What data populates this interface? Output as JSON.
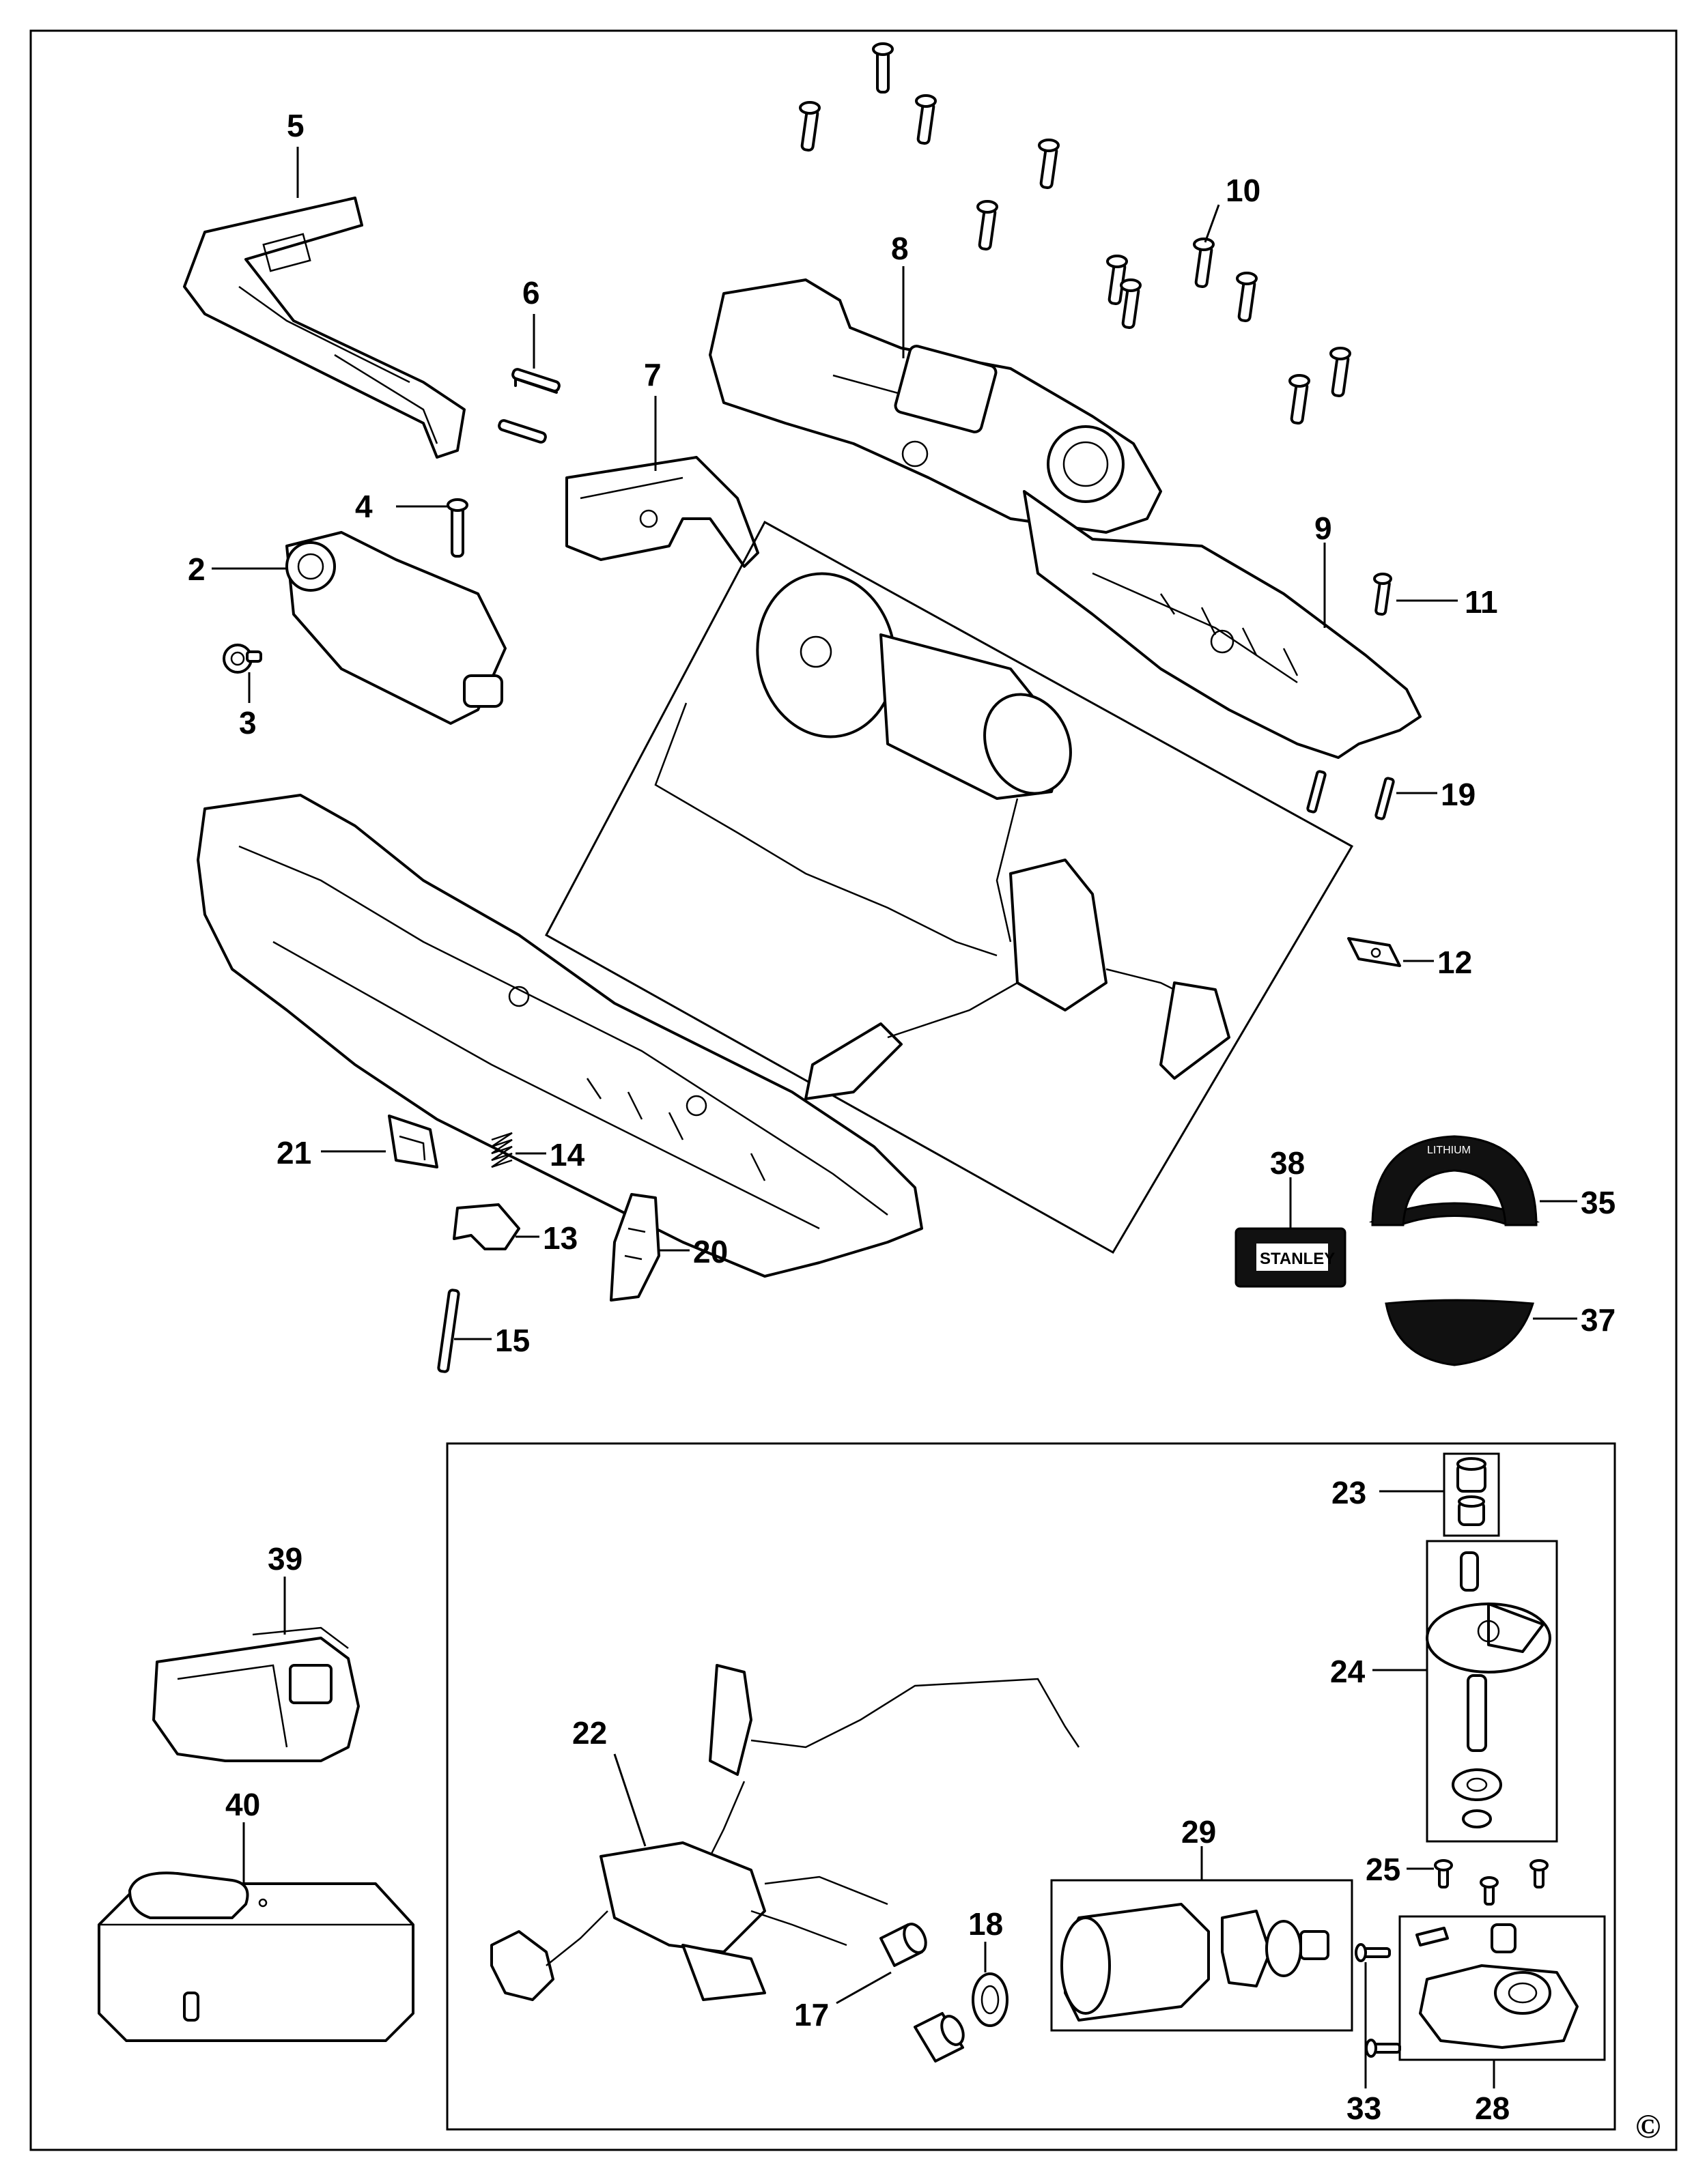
{
  "diagram": {
    "callouts": {
      "p2": "2",
      "p3": "3",
      "p4": "4",
      "p5": "5",
      "p6": "6",
      "p7": "7",
      "p8": "8",
      "p9": "9",
      "p10": "10",
      "p11": "11",
      "p12": "12",
      "p13": "13",
      "p14": "14",
      "p15": "15",
      "p17": "17",
      "p18": "18",
      "p19": "19",
      "p20": "20",
      "p21": "21",
      "p22": "22",
      "p23": "23",
      "p24": "24",
      "p25": "25",
      "p28": "28",
      "p29": "29",
      "p33": "33",
      "p35": "35",
      "p37": "37",
      "p38": "38",
      "p39": "39",
      "p40": "40"
    },
    "badge_label": "STANLEY",
    "sticker_label": "LITHIUM",
    "copyright_mark": "©"
  }
}
